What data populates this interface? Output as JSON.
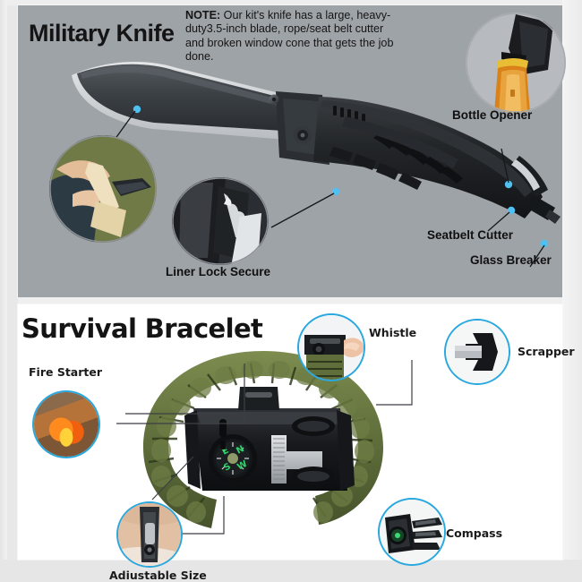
{
  "panels": {
    "knife": {
      "title": "Military Knife",
      "note_label": "NOTE:",
      "note_text": " Our kit's knife has a large, heavy-duty3.5-inch blade, rope/seat belt cutter and broken window cone that gets the job done.",
      "background_color": "#9ea3a8",
      "callouts": [
        {
          "id": "carving",
          "label": "",
          "style": "plain"
        },
        {
          "id": "liner-lock",
          "label": "Liner Lock Secure",
          "style": "plain"
        },
        {
          "id": "bottle-opener",
          "label": "Bottle Opener",
          "style": "plain"
        },
        {
          "id": "seatbelt-cutter",
          "label": "Seatbelt Cutter",
          "style": "line"
        },
        {
          "id": "glass-breaker",
          "label": "Glass Breaker",
          "style": "line"
        }
      ]
    },
    "bracelet": {
      "title": "Survival Bracelet",
      "background_color": "#ffffff",
      "cord_color": "#6b7a42",
      "ring_color": "#29a8df",
      "callouts": [
        {
          "id": "fire-starter",
          "label": "Fire Starter",
          "style": "ring"
        },
        {
          "id": "whistle",
          "label": "Whistle",
          "style": "ring"
        },
        {
          "id": "scrapper",
          "label": "Scrapper",
          "style": "ring"
        },
        {
          "id": "adjustable-size",
          "label": "Adiustable Size",
          "style": "ring"
        },
        {
          "id": "compass",
          "label": "Compass",
          "style": "ring"
        }
      ],
      "compass_marks": {
        "n": "N",
        "e": "E",
        "s": "S",
        "w": "W"
      }
    }
  },
  "theme": {
    "accent": "#29a8df",
    "dot": "#4fc0f0",
    "text": "#101010",
    "frame": "#e8e8e8"
  }
}
